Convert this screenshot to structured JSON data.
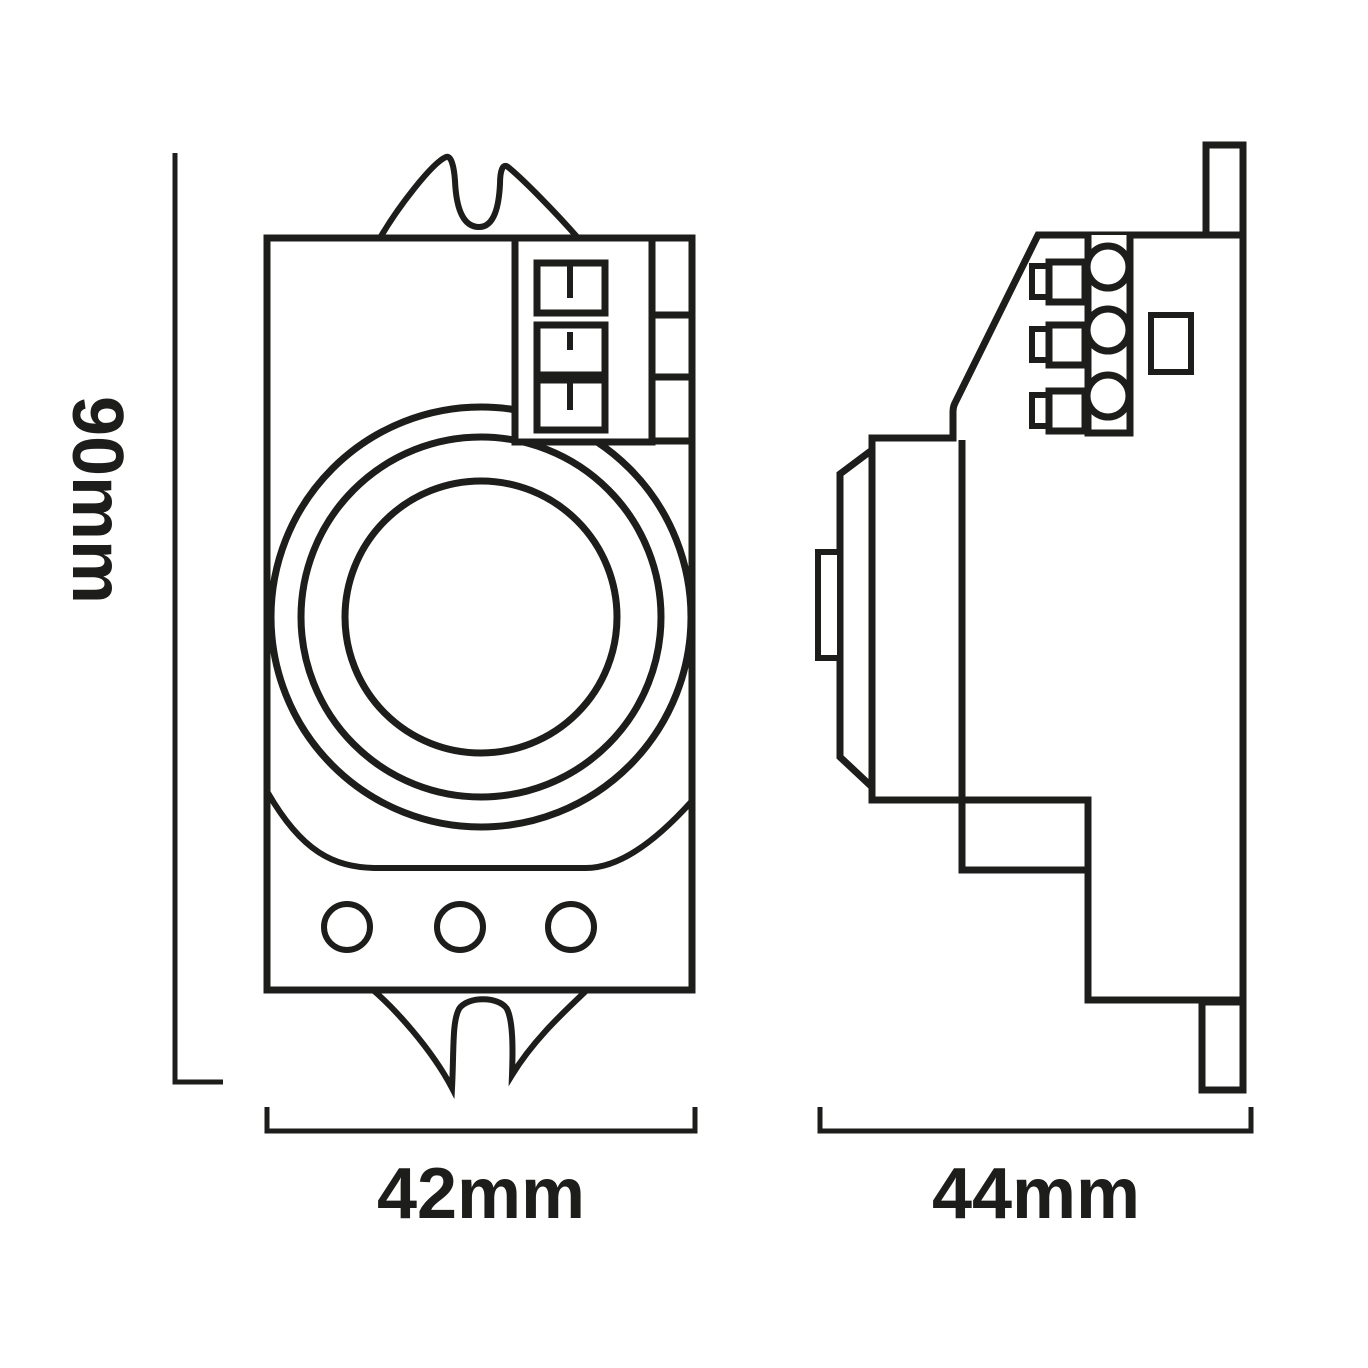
{
  "drawing": {
    "type": "technical-dimension-drawing",
    "views": {
      "front": "front-view",
      "side": "side-view"
    }
  },
  "dimensions": {
    "height": "90mm",
    "width_front": "42mm",
    "width_side": "44mm"
  },
  "colors": {
    "line": "#1d1d1b",
    "background": "#ffffff"
  }
}
